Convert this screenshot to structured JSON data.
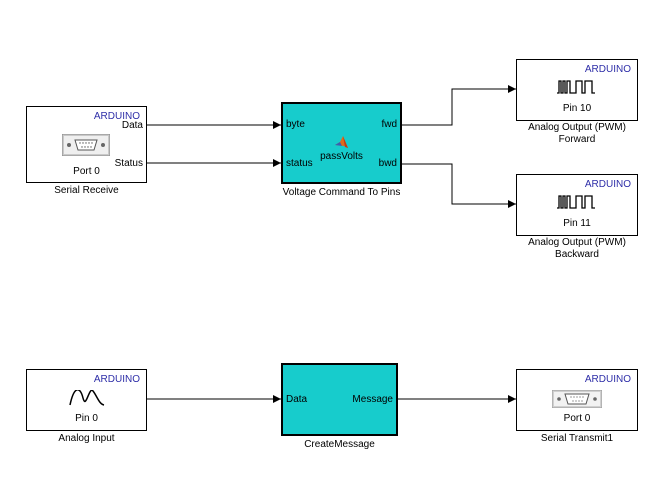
{
  "diagram": {
    "blocks": {
      "serial_receive": {
        "brand": "ARDUINO",
        "ports_out": [
          "Data",
          "Status"
        ],
        "sublabel": "Port 0",
        "caption": "Serial Receive",
        "icon": "serial-port-connector-icon"
      },
      "voltage_command": {
        "ports_in": [
          "byte",
          "status"
        ],
        "ports_out": [
          "fwd",
          "bwd"
        ],
        "center_label": "passVolts",
        "caption": "Voltage Command To Pins",
        "icon": "matlab-logo-icon",
        "fill_color": "#17cccc"
      },
      "pwm_forward": {
        "brand": "ARDUINO",
        "sublabel": "Pin 10",
        "caption_line1": "Analog Output (PWM)",
        "caption_line2": "Forward",
        "icon": "pwm-waveform-icon"
      },
      "pwm_backward": {
        "brand": "ARDUINO",
        "sublabel": "Pin 11",
        "caption_line1": "Analog Output (PWM)",
        "caption_line2": "Backward",
        "icon": "pwm-waveform-icon"
      },
      "analog_input": {
        "brand": "ARDUINO",
        "sublabel": "Pin 0",
        "caption": "Analog Input",
        "icon": "sine-wave-icon"
      },
      "create_message": {
        "ports_in": [
          "Data"
        ],
        "ports_out": [
          "Message"
        ],
        "caption": "CreateMessage",
        "fill_color": "#17cccc"
      },
      "serial_transmit": {
        "brand": "ARDUINO",
        "sublabel": "Port 0",
        "caption": "Serial Transmit1",
        "icon": "serial-port-connector-icon"
      }
    },
    "connections": [
      {
        "from": "Serial Receive.Data",
        "to": "Voltage Command To Pins.byte"
      },
      {
        "from": "Serial Receive.Status",
        "to": "Voltage Command To Pins.status"
      },
      {
        "from": "Voltage Command To Pins.fwd",
        "to": "Analog Output (PWM) Forward"
      },
      {
        "from": "Voltage Command To Pins.bwd",
        "to": "Analog Output (PWM) Backward"
      },
      {
        "from": "Analog Input",
        "to": "CreateMessage.Data"
      },
      {
        "from": "CreateMessage.Message",
        "to": "Serial Transmit1"
      }
    ],
    "brand_color": "#2e2ea8"
  }
}
